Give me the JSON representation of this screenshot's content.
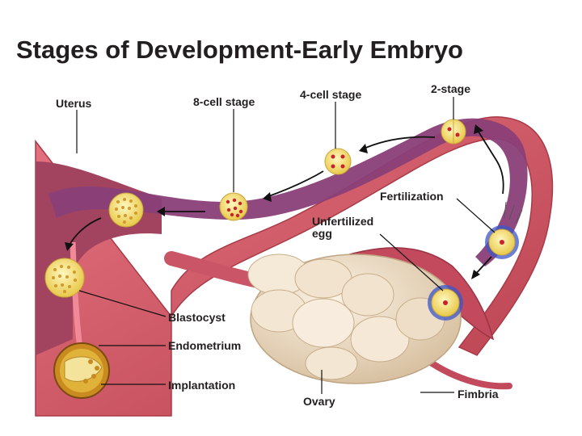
{
  "title": "Stages of Development-Early Embryo",
  "labels": {
    "uterus": "Uterus",
    "eight_cell": "8-cell stage",
    "four_cell": "4-cell stage",
    "two_stage": "2-stage",
    "fertilization": "Fertilization",
    "unfertilized_line1": "Unfertilized",
    "unfertilized_line2": "egg",
    "blastocyst": "Blastocyst",
    "endometrium": "Endometrium",
    "implantation": "Implantation",
    "ovary": "Ovary",
    "fimbria": "Fimbria"
  },
  "colors": {
    "uterus_wall": "#d45a6a",
    "tube_lumen": "#8a3f78",
    "ovary": "#efe0cc",
    "cell_fill": "#f6e27a",
    "nucleus": "#c8232c",
    "sperm_blue": "#3a55c8"
  }
}
